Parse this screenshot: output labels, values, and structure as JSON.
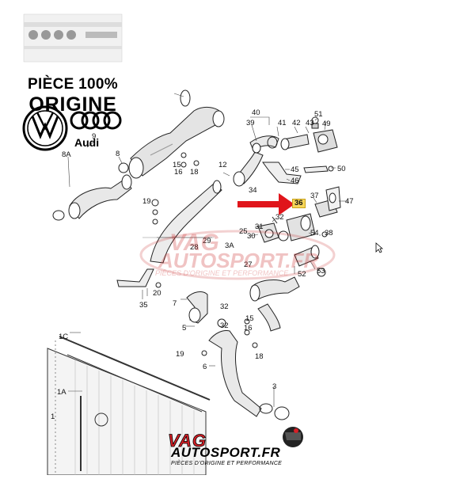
{
  "promo": {
    "line1": "PIÈCE 100%",
    "line2": "ORIGINE",
    "brand_audi": "Audi"
  },
  "watermark": {
    "brand": "VAG",
    "site": "AUTOSPORT.FR",
    "tagline": "PIÈCES D'ORIGINE ET PERFORMANCE"
  },
  "footer_logo": {
    "brand": "VAG",
    "site": "AUTOSPORT.FR",
    "tagline": "PIÈCES D'ORIGINE ET PERFORMANCE"
  },
  "highlight": {
    "part_label": "36",
    "arrow_color": "#e0151b",
    "highlight_color": "#f6d65a"
  },
  "labels": [
    "1",
    "1C",
    "1A",
    "3",
    "3A",
    "5",
    "6",
    "7",
    "8",
    "8A",
    "9",
    "12",
    "15",
    "15",
    "16",
    "16",
    "18",
    "18",
    "19",
    "19",
    "20",
    "25",
    "27",
    "28",
    "29",
    "30",
    "31",
    "32",
    "32",
    "32",
    "34",
    "35",
    "37",
    "38",
    "39",
    "40",
    "41",
    "42",
    "43",
    "45",
    "46",
    "47",
    "49",
    "50",
    "51",
    "52",
    "53",
    "54"
  ]
}
